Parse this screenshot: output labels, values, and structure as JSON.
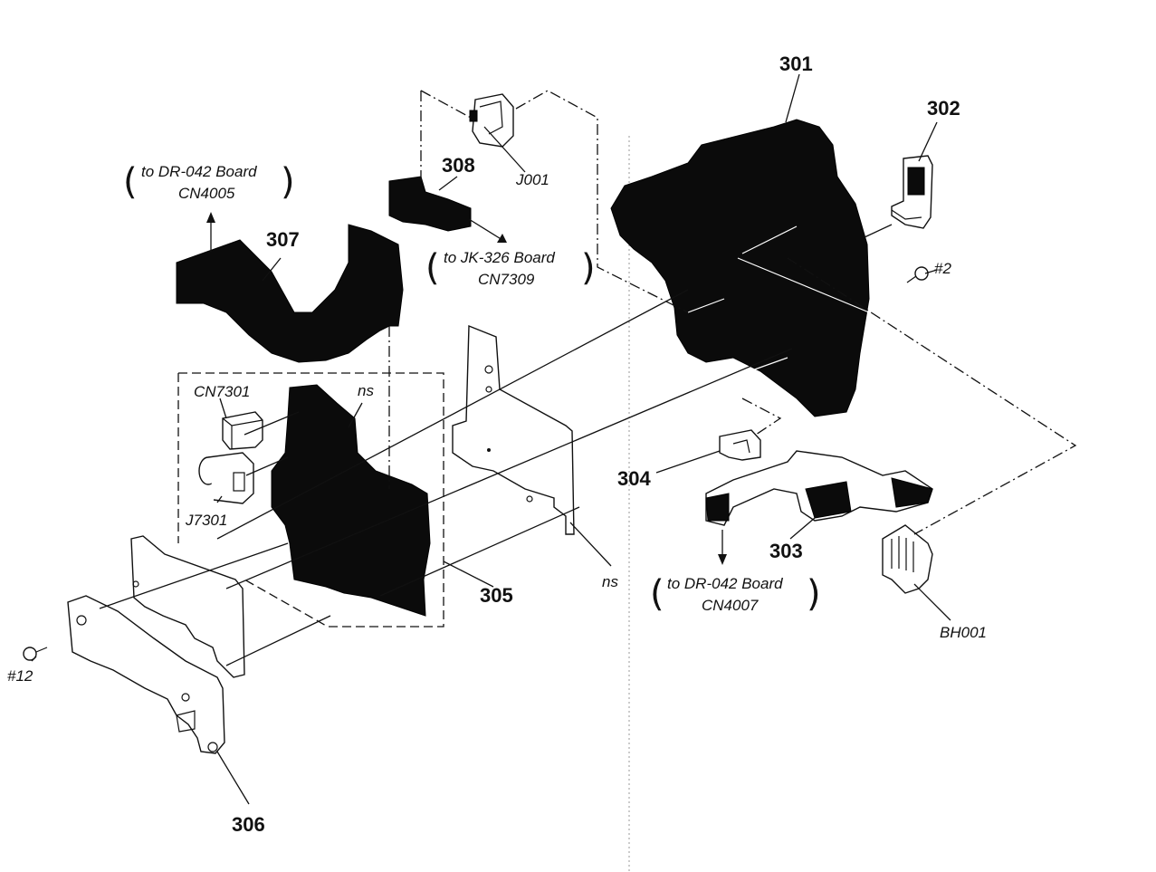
{
  "parts": {
    "p301": "301",
    "p302": "302",
    "p303": "303",
    "p304": "304",
    "p305": "305",
    "p306": "306",
    "p307": "307",
    "p308": "308"
  },
  "labels": {
    "j001": "J001",
    "cn7301": "CN7301",
    "j7301": "J7301",
    "bh001": "BH001",
    "screw2": "#2",
    "screw12": "#12",
    "ns_a": "ns",
    "ns_b": "ns"
  },
  "notes": {
    "dr042_cn4005": {
      "line1": "to DR-042 Board",
      "line2": "CN4005"
    },
    "jk326_cn7309": {
      "line1": "to JK-326 Board",
      "line2": "CN7309"
    },
    "dr042_cn4007": {
      "line1": "to DR-042 Board",
      "line2": "CN4007"
    }
  }
}
